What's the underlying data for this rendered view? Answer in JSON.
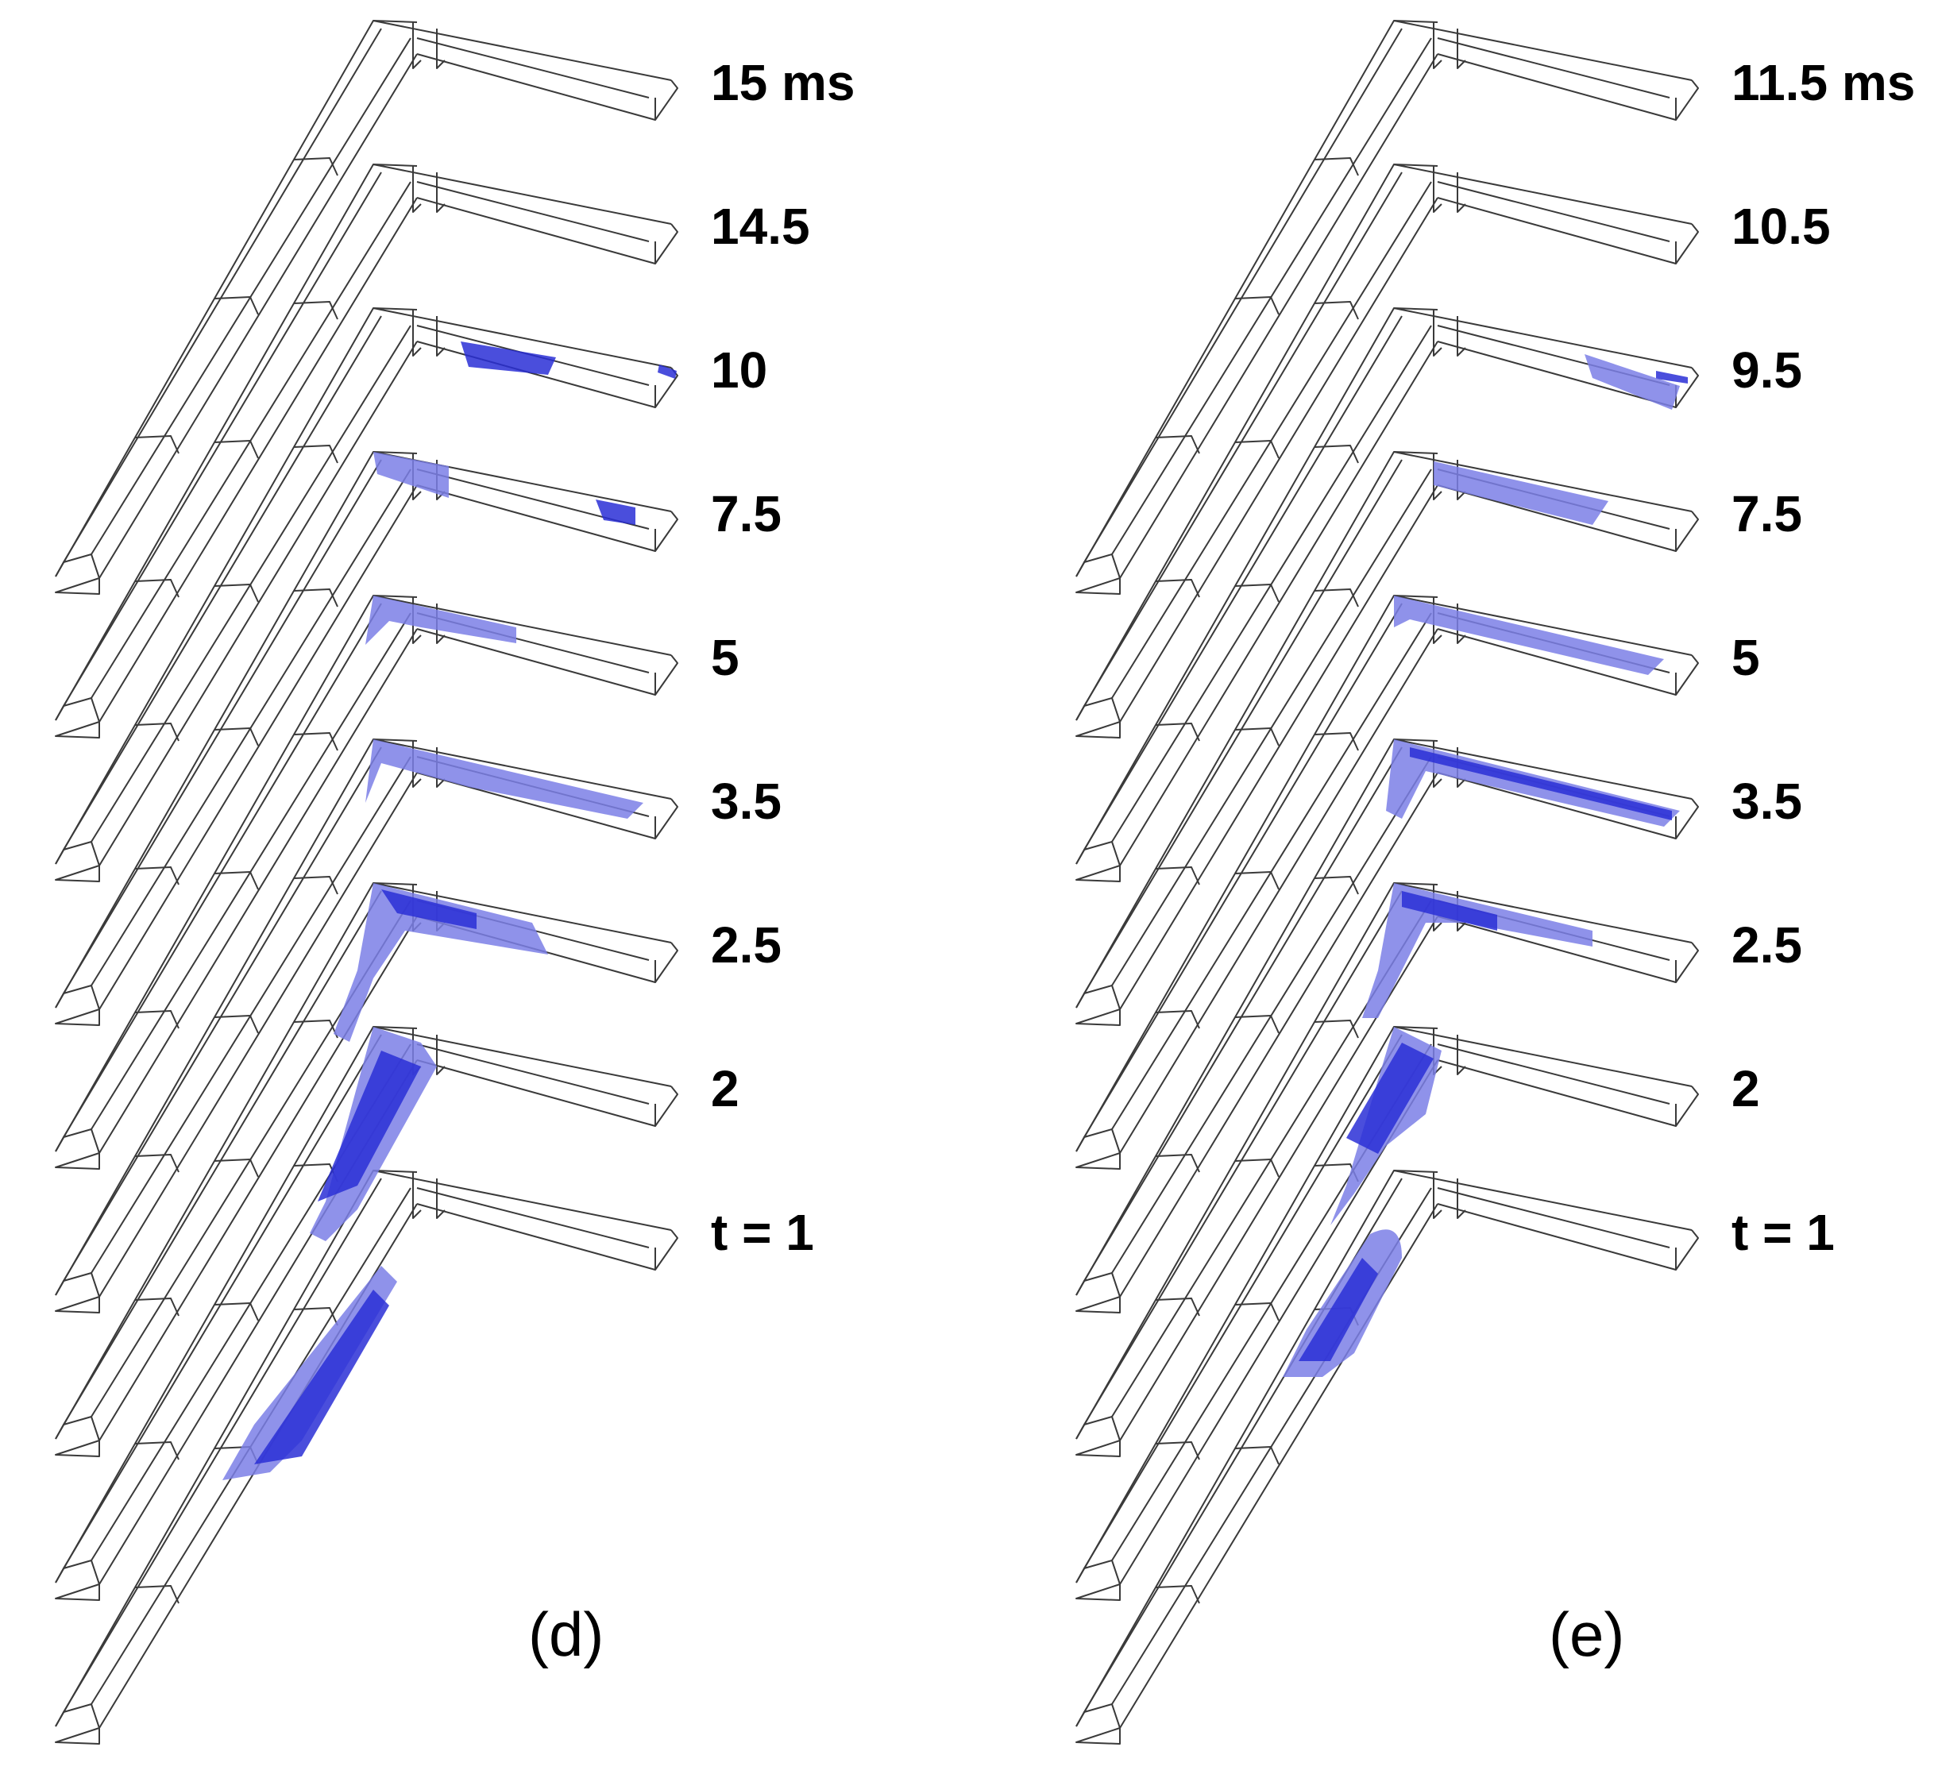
{
  "figure": {
    "panels": [
      {
        "id": "d",
        "label": "(d)",
        "times": [
          "15 ms",
          "14.5",
          "10",
          "7.5",
          "5",
          "3.5",
          "2.5",
          "2",
          "t = 1"
        ]
      },
      {
        "id": "e",
        "label": "(e)",
        "times": [
          "11.5 ms",
          "10.5",
          "9.5",
          "7.5",
          "5",
          "3.5",
          "2.5",
          "2",
          "t = 1"
        ]
      }
    ],
    "colors": {
      "wireframe": "#3a3a3a",
      "liquid_light": "#7b7fe6",
      "liquid_dark": "#2a2fd6",
      "background": "#ffffff",
      "text": "#000000"
    }
  }
}
